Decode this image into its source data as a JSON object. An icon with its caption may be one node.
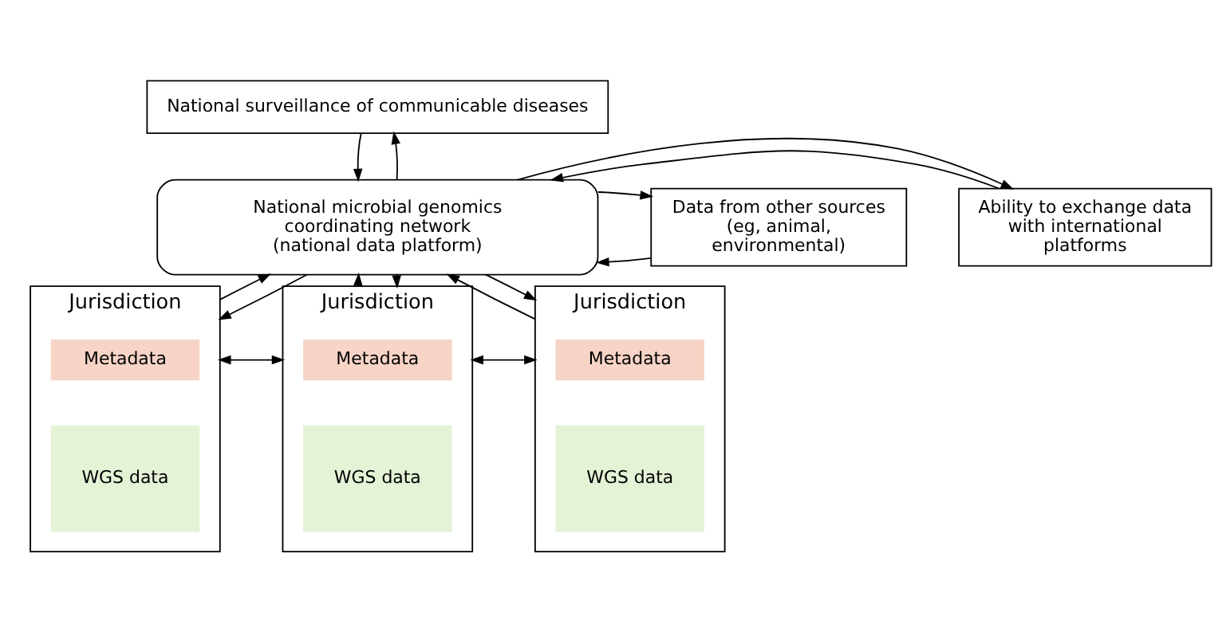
{
  "diagram": {
    "nodes": [
      {
        "text": [
          "National surveillance of communicable diseases"
        ]
      },
      {
        "text": [
          "National microbial genomics coordinating network (national data platform)"
        ]
      },
      {
        "text": [
          "Ability to exchange data with international platforms"
        ]
      },
      {
        "text": [
          "Data from other sources (eg, animal, environmental)"
        ]
      },
      {
        "text": [
          "Jurisdiction"
        ]
      },
      {
        "text": [
          "Metadata"
        ],
        "in": 4
      },
      {
        "text": [
          "WGS data"
        ],
        "in": 4
      },
      {
        "text": [
          "Jurisdiction"
        ]
      },
      {
        "text": [
          "Metadata"
        ],
        "in": 7
      },
      {
        "text": [
          "WGS data"
        ],
        "in": 7
      },
      {
        "text": [
          "Jurisdiction"
        ]
      },
      {
        "text": [
          "Metadata"
        ],
        "in": 10
      },
      {
        "text": [
          "WGS data"
        ],
        "in": 10
      }
    ],
    "edges": [
      {
        "from": 0,
        "to": 1,
        "arrow": "to"
      },
      {
        "from": 1,
        "to": 0,
        "arrow": "to"
      },
      {
        "from": 2,
        "to": 1,
        "arrow": "to"
      },
      {
        "from": 1,
        "to": 2,
        "arrow": "to"
      },
      {
        "from": 3,
        "to": 1,
        "arrow": "to"
      },
      {
        "from": 1,
        "to": 3,
        "arrow": "to"
      },
      {
        "from": 1,
        "to": 4,
        "arrow": "to"
      },
      {
        "from": 4,
        "to": 1,
        "arrow": "to"
      },
      {
        "from": 1,
        "to": 7,
        "arrow": "to"
      },
      {
        "from": 7,
        "to": 1,
        "arrow": "to"
      },
      {
        "from": 1,
        "to": 10,
        "arrow": "to"
      },
      {
        "from": 10,
        "to": 1,
        "arrow": "to"
      },
      {
        "from": 4,
        "to": 7,
        "arrow": "both"
      },
      {
        "from": 7,
        "to": 10,
        "arrow": "both"
      }
    ]
  }
}
